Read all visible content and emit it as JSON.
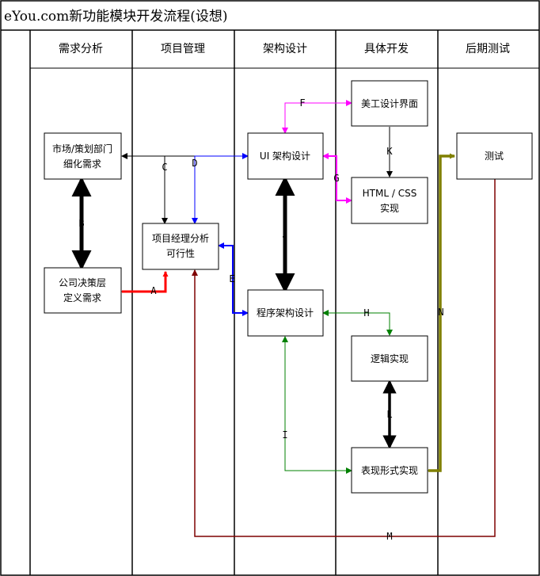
{
  "title": "eYou.com新功能模块开发流程(设想)",
  "lanes": [
    "需求分析",
    "项目管理",
    "架构设计",
    "具体开发",
    "后期测试"
  ],
  "boxes": {
    "market": [
      "市场/策划部门",
      "细化需求"
    ],
    "company": [
      "公司决策层",
      "定义需求"
    ],
    "pm": [
      "项目经理分析",
      "可行性"
    ],
    "ui_arch": "UI 架构设计",
    "prog_arch": "程序架构设计",
    "art": "美工设计界面",
    "html": [
      "HTML / CSS",
      "实现"
    ],
    "logic": "逻辑实现",
    "view": "表现形式实现",
    "test": "测试"
  },
  "labels": {
    "A": "A",
    "B": "B",
    "C": "C",
    "D": "D",
    "E": "E",
    "F": "F",
    "G": "G",
    "H": "H",
    "I": "I",
    "J": "J",
    "K": "K",
    "L": "L",
    "M": "M",
    "N": "N"
  },
  "colors": {
    "A": "#ff0000",
    "D": "#0000ff",
    "E": "#0000ff",
    "F": "#ff00ff",
    "G": "#ff00ff",
    "H": "#008000",
    "I": "#008000",
    "M": "#7f0000",
    "N": "#808000"
  }
}
